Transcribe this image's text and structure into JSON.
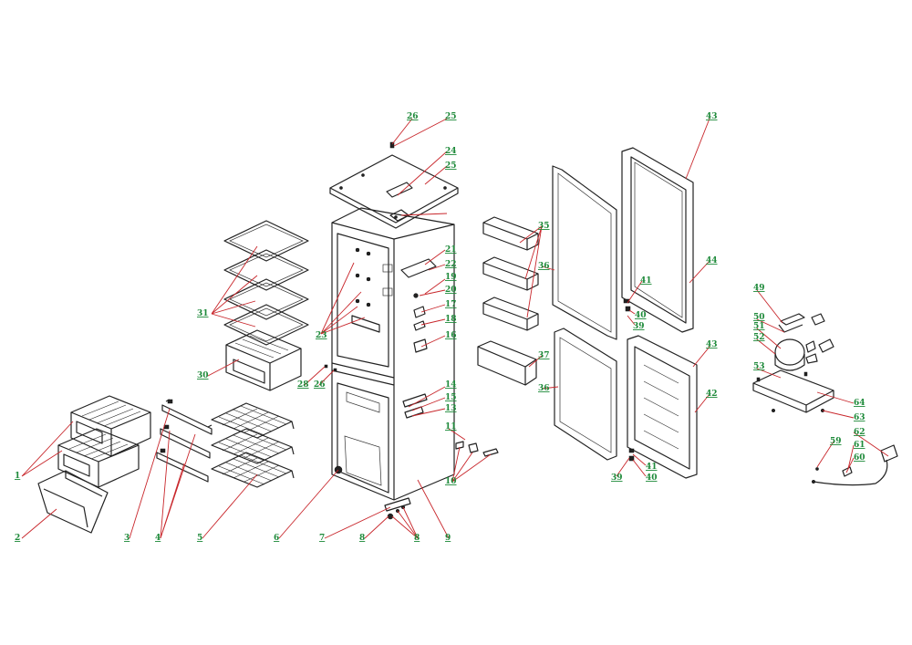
{
  "callouts": [
    {
      "id": "c1",
      "text": "1"
    },
    {
      "id": "c2",
      "text": "2"
    },
    {
      "id": "c3",
      "text": "3"
    },
    {
      "id": "c4",
      "text": "4"
    },
    {
      "id": "c5",
      "text": "5"
    },
    {
      "id": "c6",
      "text": "6"
    },
    {
      "id": "c7",
      "text": "7"
    },
    {
      "id": "c8a",
      "text": "8"
    },
    {
      "id": "c8b",
      "text": "8"
    },
    {
      "id": "c9",
      "text": "9"
    },
    {
      "id": "c10",
      "text": "10"
    },
    {
      "id": "c11",
      "text": "11"
    },
    {
      "id": "c13",
      "text": "13"
    },
    {
      "id": "c14",
      "text": "14"
    },
    {
      "id": "c15",
      "text": "15"
    },
    {
      "id": "c16",
      "text": "16"
    },
    {
      "id": "c17",
      "text": "17"
    },
    {
      "id": "c18",
      "text": "18"
    },
    {
      "id": "c19",
      "text": "19"
    },
    {
      "id": "c20",
      "text": "20"
    },
    {
      "id": "c21",
      "text": "21"
    },
    {
      "id": "c22",
      "text": "22"
    },
    {
      "id": "c23",
      "text": "23"
    },
    {
      "id": "c24",
      "text": "24"
    },
    {
      "id": "c25a",
      "text": "25"
    },
    {
      "id": "c25b",
      "text": "25"
    },
    {
      "id": "c26a",
      "text": "26"
    },
    {
      "id": "c26b",
      "text": "26"
    },
    {
      "id": "c28",
      "text": "28"
    },
    {
      "id": "c30",
      "text": "30"
    },
    {
      "id": "c31",
      "text": "31"
    },
    {
      "id": "c35",
      "text": "35"
    },
    {
      "id": "c36a",
      "text": "36"
    },
    {
      "id": "c36b",
      "text": "36"
    },
    {
      "id": "c37",
      "text": "37"
    },
    {
      "id": "c39a",
      "text": "39"
    },
    {
      "id": "c39b",
      "text": "39"
    },
    {
      "id": "c40a",
      "text": "40"
    },
    {
      "id": "c40b",
      "text": "40"
    },
    {
      "id": "c41a",
      "text": "41"
    },
    {
      "id": "c41b",
      "text": "41"
    },
    {
      "id": "c42",
      "text": "42"
    },
    {
      "id": "c43a",
      "text": "43"
    },
    {
      "id": "c43b",
      "text": "43"
    },
    {
      "id": "c44",
      "text": "44"
    },
    {
      "id": "c49",
      "text": "49"
    },
    {
      "id": "c50",
      "text": "50"
    },
    {
      "id": "c51",
      "text": "51"
    },
    {
      "id": "c52",
      "text": "52"
    },
    {
      "id": "c53",
      "text": "53"
    },
    {
      "id": "c59",
      "text": "59"
    },
    {
      "id": "c60",
      "text": "60"
    },
    {
      "id": "c61",
      "text": "61"
    },
    {
      "id": "c62",
      "text": "62"
    },
    {
      "id": "c63",
      "text": "63"
    },
    {
      "id": "c64",
      "text": "64"
    }
  ]
}
